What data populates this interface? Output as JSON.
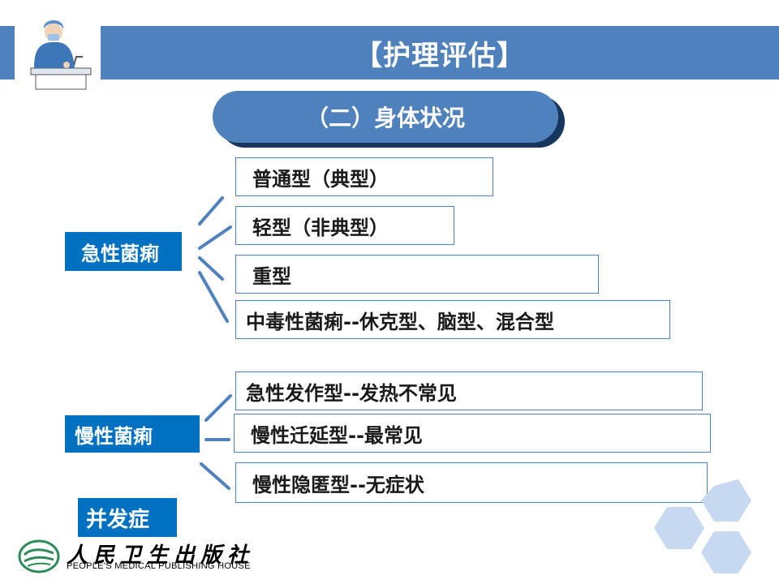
{
  "header": {
    "title": "【护理评估】"
  },
  "subtitle": "（二）身体状况",
  "categories": {
    "acute": "急性菌痢",
    "chronic": "慢性菌痢",
    "complication": "并发症"
  },
  "acute_items": [
    "普通型（典型）",
    "轻型（非典型）",
    "重型",
    "中毒性菌痢--休克型、脑型、混合型"
  ],
  "chronic_items": [
    "急性发作型--发热不常见",
    "慢性迁延型--最常见",
    "慢性隐匿型--无症状"
  ],
  "footer": {
    "publisher_cn": "人民卫生出版社",
    "publisher_en": "PEOPLE'S MEDICAL PUBLISHING HOUSE"
  },
  "colors": {
    "primary_blue": "#4f81bd",
    "label_blue": "#0070c0",
    "pill_shadow": "#16365d",
    "hexagon": "#c6d9f1"
  },
  "icons": [
    "nurse-handwashing-icon",
    "publisher-logo-icon",
    "hexagon-decoration"
  ]
}
